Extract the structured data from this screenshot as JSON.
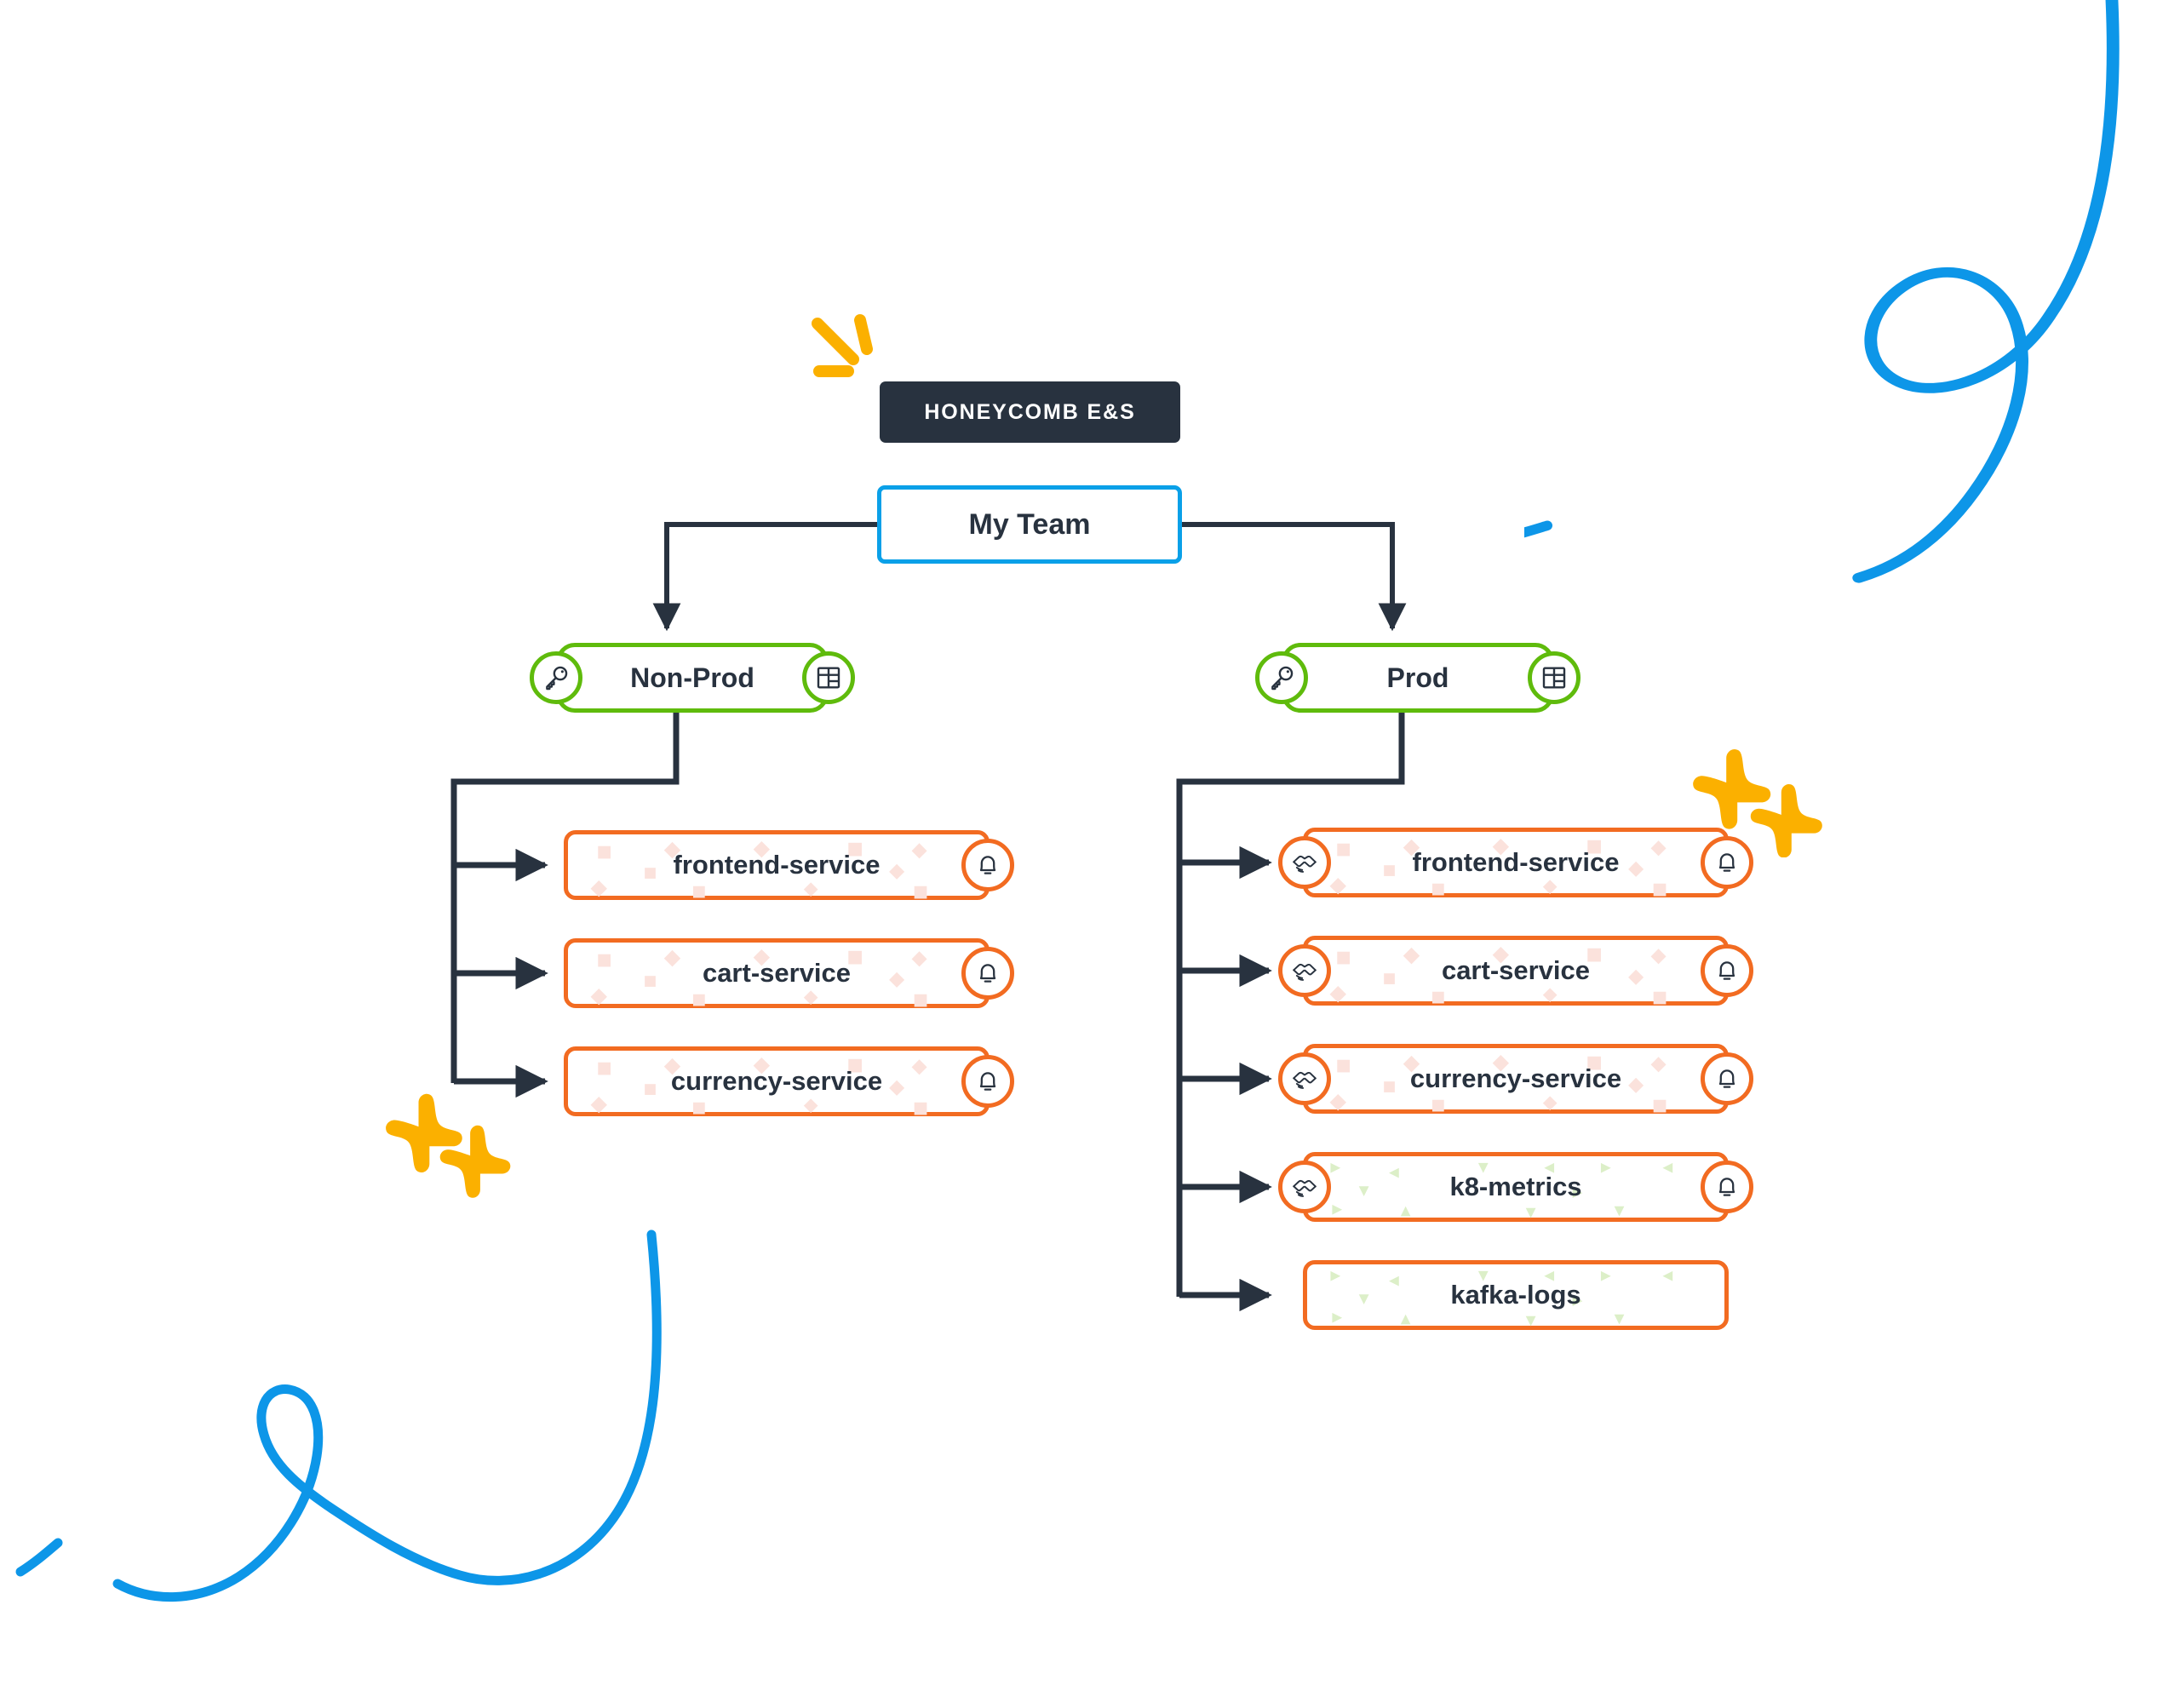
{
  "brand": {
    "badge_label": "HONEYCOMB E&S"
  },
  "colors": {
    "brand_navy": "#28323f",
    "accent_blue": "#0aa0e8",
    "env_green": "#5fbb0c",
    "service_orange": "#f26b21",
    "sparkle_yellow": "#fbb000",
    "pattern_pink": "#fbe2dc",
    "pattern_green": "#dcefc8"
  },
  "tree": {
    "root": {
      "label": "My Team",
      "name": "my-team"
    },
    "environments": [
      {
        "name": "non-prod",
        "label": "Non-Prod",
        "left_icon": "key-icon",
        "right_icon": "dashboard-grid-icon",
        "services": [
          {
            "label": "frontend-service",
            "pattern": "pink",
            "left_icon": null,
            "right_icon": "bell-icon"
          },
          {
            "label": "cart-service",
            "pattern": "pink",
            "left_icon": null,
            "right_icon": "bell-icon"
          },
          {
            "label": "currency-service",
            "pattern": "pink",
            "left_icon": null,
            "right_icon": "bell-icon"
          }
        ]
      },
      {
        "name": "prod",
        "label": "Prod",
        "left_icon": "key-icon",
        "right_icon": "dashboard-grid-icon",
        "services": [
          {
            "label": "frontend-service",
            "pattern": "pink",
            "left_icon": "handshake-icon",
            "right_icon": "bell-icon"
          },
          {
            "label": "cart-service",
            "pattern": "pink",
            "left_icon": "handshake-icon",
            "right_icon": "bell-icon"
          },
          {
            "label": "currency-service",
            "pattern": "pink",
            "left_icon": "handshake-icon",
            "right_icon": "bell-icon"
          },
          {
            "label": "k8-metrics",
            "pattern": "green",
            "left_icon": "handshake-icon",
            "right_icon": "bell-icon"
          },
          {
            "label": "kafka-logs",
            "pattern": "green",
            "left_icon": null,
            "right_icon": null
          }
        ]
      }
    ]
  },
  "decorations": {
    "sparkles_left": "sparkle-star-pair",
    "sparkles_right": "sparkle-star-pair",
    "spark_marks": "spark-burst-marks",
    "swoosh_top_right": "blue-looping-curve",
    "swoosh_bottom_left": "blue-looping-curve"
  }
}
